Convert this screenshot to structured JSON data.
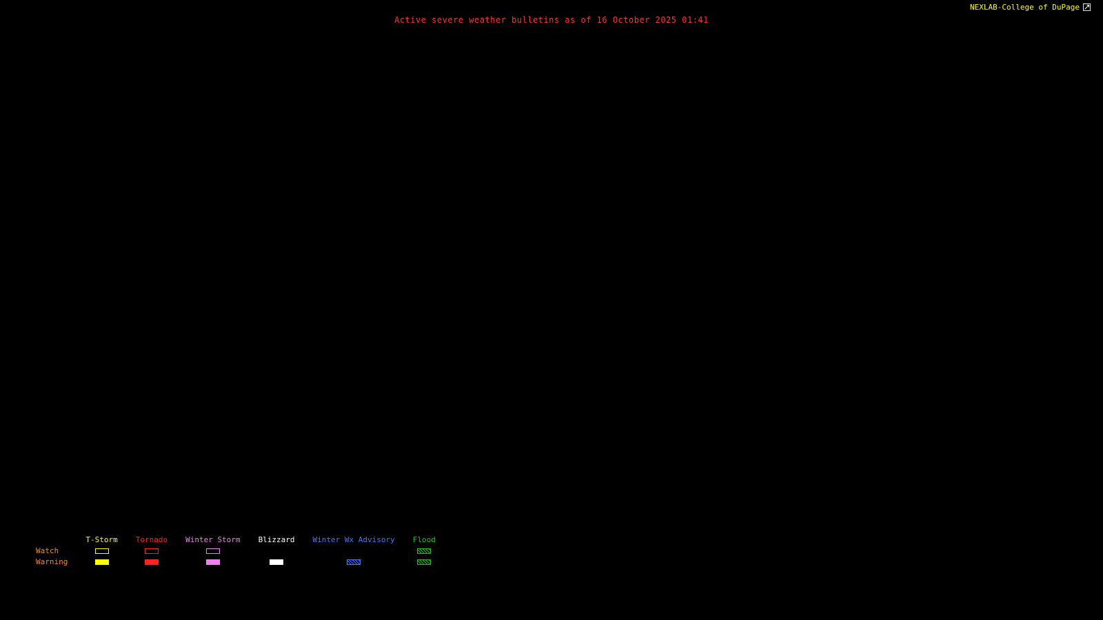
{
  "header": {
    "title": "Active severe weather bulletins as of 16 October 2025 01:41",
    "title_color": "#ff3333"
  },
  "branding": {
    "label": "NEXLAB-College of DuPage",
    "color": "#ffff00",
    "logo_icon": "station-logo-icon"
  },
  "map": {
    "background_color": "#000000",
    "active_bulletin_shapes": []
  },
  "legend": {
    "watch_label": "Watch",
    "warning_label": "Warning",
    "row_label_color": "#ff8c00",
    "swatch_styles": {
      "watch": "outline or hatched box",
      "warning": "filled or hatched box"
    },
    "columns": [
      {
        "label": "T-Storm",
        "color": "#ffff00",
        "watch": "outline",
        "warning": "filled"
      },
      {
        "label": "Tornado",
        "color": "#ff2222",
        "watch": "outline",
        "warning": "filled"
      },
      {
        "label": "Winter Storm",
        "color": "#ee82ee",
        "watch": "outline",
        "warning": "filled"
      },
      {
        "label": "Blizzard",
        "color": "#ffffff",
        "watch": "none",
        "warning": "filled"
      },
      {
        "label": "Winter Wx Advisory",
        "color": "#4477ff",
        "watch": "none",
        "warning": "hatched"
      },
      {
        "label": "Flood",
        "color": "#22bb22",
        "watch": "hatched",
        "warning": "hatched"
      }
    ]
  }
}
